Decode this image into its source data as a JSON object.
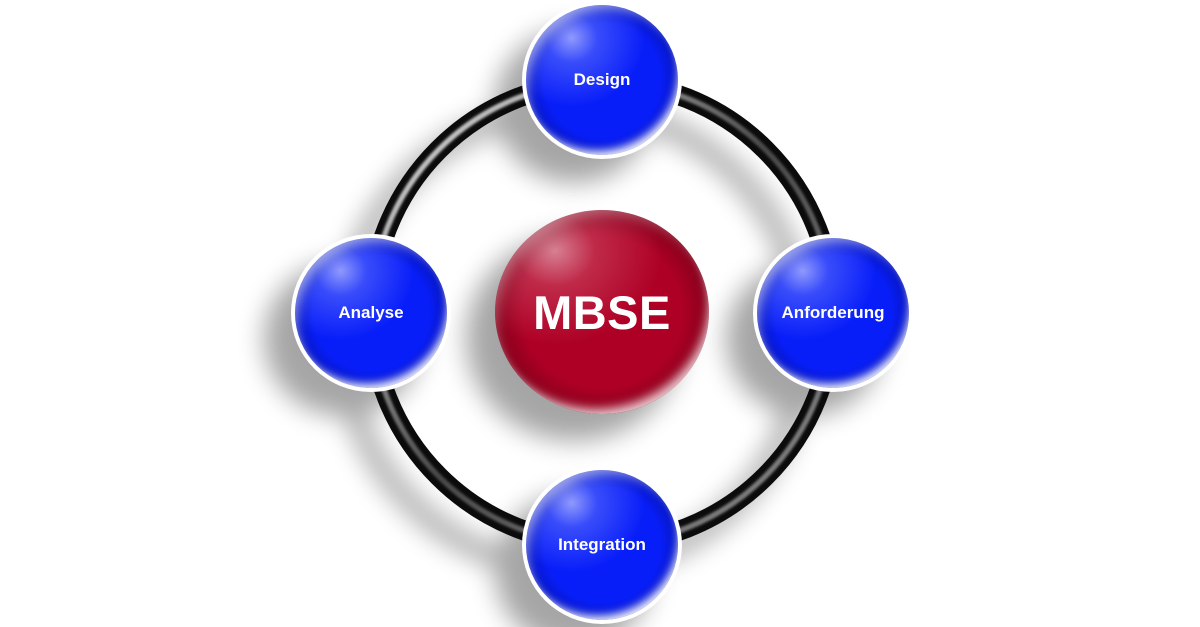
{
  "diagram": {
    "type": "cycle",
    "center": {
      "label": "MBSE"
    },
    "nodes": [
      {
        "label": "Design",
        "position": "top"
      },
      {
        "label": "Anforderung",
        "position": "right"
      },
      {
        "label": "Integration",
        "position": "bottom"
      },
      {
        "label": "Analyse",
        "position": "left"
      }
    ]
  },
  "theme": {
    "background": "#ffffff",
    "node_blue": "#081ef9",
    "center_red": "#ae0025",
    "ring_black": "#0b0b0b",
    "label_white": "#ffffff"
  }
}
